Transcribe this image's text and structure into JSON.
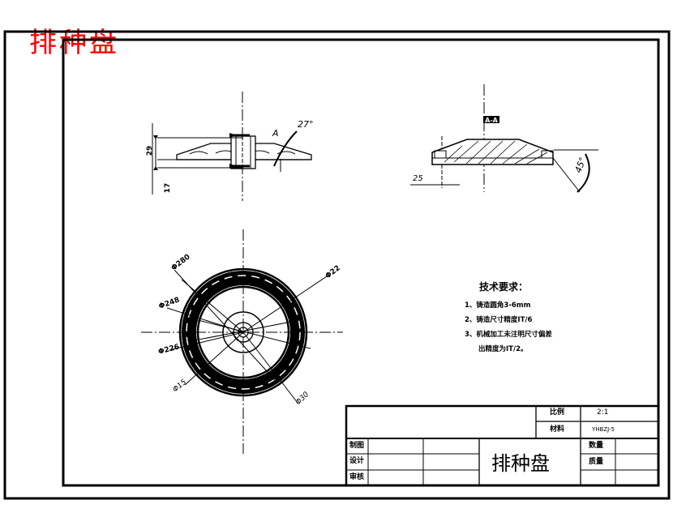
{
  "drawing_title": "排种盘",
  "title_block": {
    "part_name": "排种盘",
    "scale_label": "比例",
    "scale_value": "2:1",
    "material_label": "材料",
    "material_value": "YHBZJ-5",
    "quantity_label": "数量",
    "mass_label": "质量",
    "drawn_label": "制图",
    "design_label": "设计",
    "review_label": "审核"
  },
  "technical_requirements": {
    "title": "技术要求：",
    "items": [
      {
        "text": "1、铸造圆角3-6mm"
      },
      {
        "text": "2、铸造尺寸精度IT/6"
      },
      {
        "text": "3、机械加工未注明尺寸偏差",
        "continuation": "出精度为IT/2。"
      }
    ]
  },
  "dimensions": {
    "front_height": "29",
    "front_base": "17",
    "front_angle": "27°",
    "section_label": "A-A",
    "view_marker": "A",
    "section_angle": "45°",
    "section_dim": "25",
    "dia_outer": "Φ280",
    "dia_hub": "Φ22",
    "dia_ring": "Φ248",
    "dia_inner": "Φ226",
    "dia_hole": "Φ15",
    "dia_pitch": "Φ30"
  }
}
